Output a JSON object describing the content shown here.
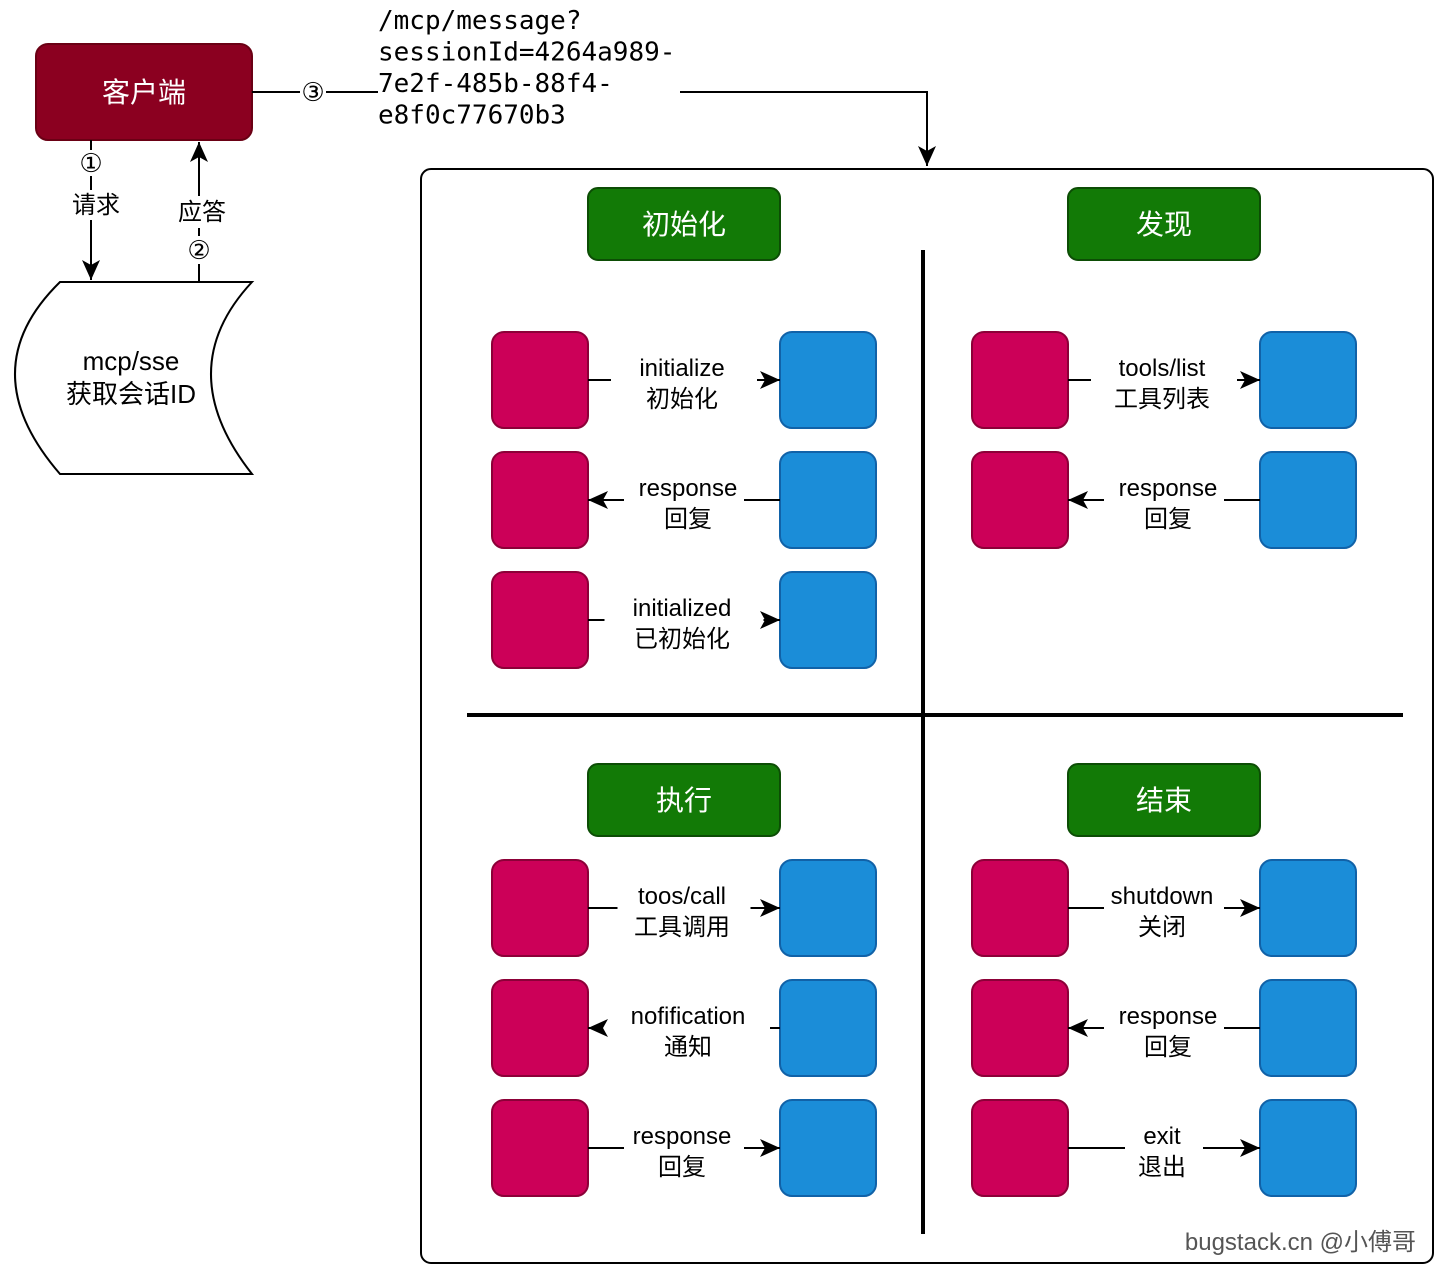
{
  "client": {
    "label": "客户端",
    "fill": "#8b0020",
    "stroke": "#6a0014"
  },
  "sse": {
    "line1": "mcp/sse",
    "line2": "获取会话ID"
  },
  "edges": {
    "request": {
      "step": "①",
      "label": "请求"
    },
    "response": {
      "step": "②",
      "label": "应答"
    },
    "message": {
      "step": "③",
      "url_lines": [
        "/mcp/message?",
        "sessionId=4264a989-",
        "7e2f-485b-88f4-",
        "e8f0c77670b3"
      ]
    }
  },
  "colors": {
    "phase_fill": "#127a06",
    "phase_stroke": "#0c4d05",
    "client_box": "#cc0058",
    "client_box_stroke": "#8c0038",
    "server_box": "#1b8dd8",
    "server_box_stroke": "#1162a8"
  },
  "phases": [
    {
      "id": "init",
      "title": "初始化",
      "messages": [
        {
          "en": "initialize",
          "zh": "初始化",
          "direction": "right"
        },
        {
          "en": "response",
          "zh": "回复",
          "direction": "left"
        },
        {
          "en": "initialized",
          "zh": "已初始化",
          "direction": "right"
        }
      ]
    },
    {
      "id": "discover",
      "title": "发现",
      "messages": [
        {
          "en": "tools/list",
          "zh": "工具列表",
          "direction": "right"
        },
        {
          "en": "response",
          "zh": "回复",
          "direction": "left"
        }
      ]
    },
    {
      "id": "execute",
      "title": "执行",
      "messages": [
        {
          "en": "toos/call",
          "zh": "工具调用",
          "direction": "right"
        },
        {
          "en": "nofification",
          "zh": "通知",
          "direction": "left"
        },
        {
          "en": "response",
          "zh": "回复",
          "direction": "right"
        }
      ]
    },
    {
      "id": "end",
      "title": "结束",
      "messages": [
        {
          "en": "shutdown",
          "zh": "关闭",
          "direction": "right"
        },
        {
          "en": "response",
          "zh": "回复",
          "direction": "left"
        },
        {
          "en": "exit",
          "zh": "退出",
          "direction": "right"
        }
      ]
    }
  ],
  "watermark": "bugstack.cn @小傅哥"
}
